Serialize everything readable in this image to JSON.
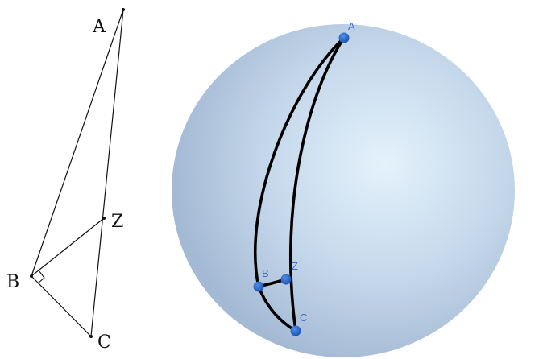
{
  "planar_figure": {
    "vertices": {
      "A": {
        "label": "A"
      },
      "B": {
        "label": "B"
      },
      "Z": {
        "label": "Z"
      },
      "C": {
        "label": "C"
      }
    },
    "right_angle_at": "B"
  },
  "sphere_figure": {
    "vertices": {
      "A": {
        "label": "A"
      },
      "B": {
        "label": "B"
      },
      "Z": {
        "label": "Z"
      },
      "C": {
        "label": "C"
      }
    },
    "colors": {
      "sphere_highlight": "#e2f0fb",
      "sphere_mid": "#c3d6ea",
      "sphere_edge": "#9fb5d2",
      "point": "#2563c9",
      "arc": "#000000",
      "label": "#3d72c8"
    }
  }
}
